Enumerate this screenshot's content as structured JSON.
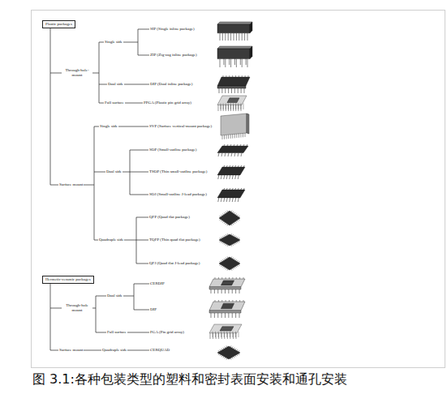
{
  "diagram": {
    "caption": "图 3.1:各种包装类型的塑料和密封表面安装和通孔安装",
    "nodes": [
      {
        "text": [
          "Plastic packages"
        ]
      },
      {
        "text": [
          "Hermetic-ceramic packages"
        ]
      }
    ],
    "labels": [
      "Through-hole- mount",
      "Single side",
      "SIP (Single inline package)",
      "ZIP (Zig-zag inline package)",
      "Dual side",
      "DIP (Dual inline package)",
      "Full surface",
      "PPGA (Plastic pin grid array)",
      "Surface mount",
      "Single side",
      "SVP (Surface vertical-mount package)",
      "Dual side",
      "SOP (Small-outline package)",
      "TSOP (Thin small-outline package)",
      "SOJ (Small-outline J-lead package)",
      "Quadruple side",
      "QFP (Quad flat package)",
      "TQFP (Thin quad flat package)",
      "QFJ (Quad flat J-lead package)",
      "Through-hole mount",
      "Dual side",
      "CERDIP",
      "DIP",
      "Full surface",
      "PGA (Pin grid array)",
      "Surface mount",
      "Quadruple side",
      "CERQUAD"
    ]
  }
}
